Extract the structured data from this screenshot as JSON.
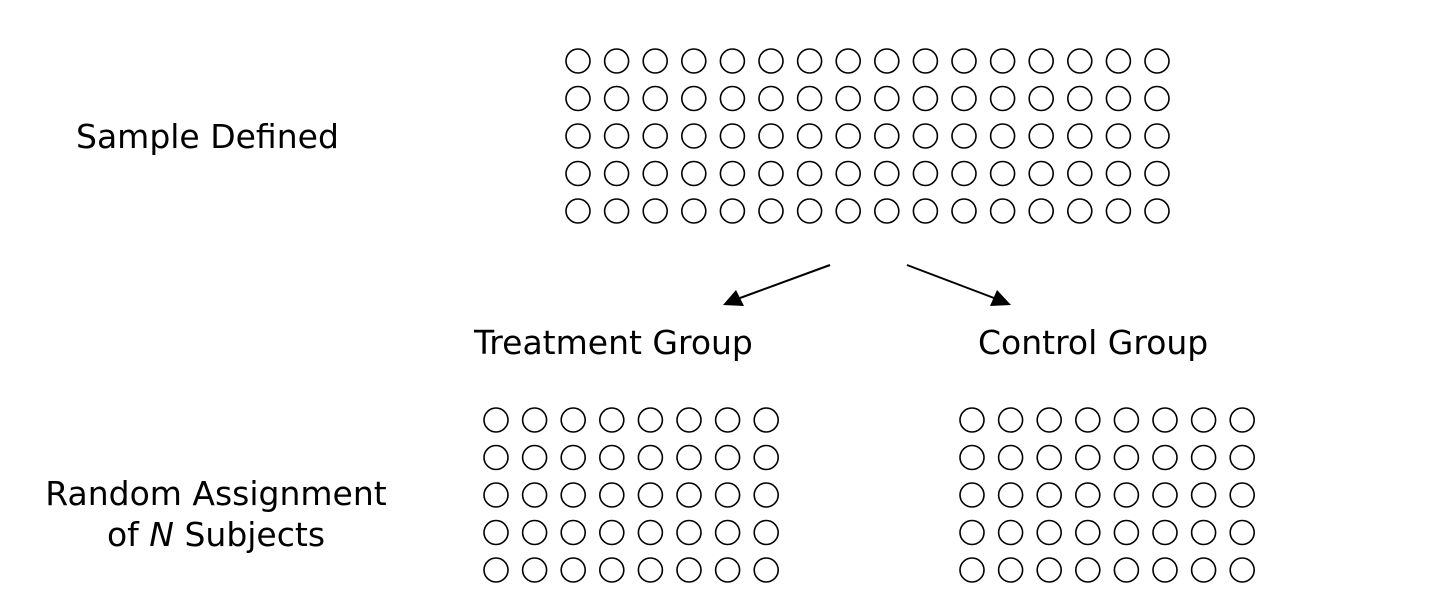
{
  "labels": {
    "sample": "Sample Defined",
    "treatment": "Treatment Group",
    "control": "Control Group",
    "assignment_line1": "Random Assignment",
    "assignment_prefix": "of ",
    "assignment_n": "N",
    "assignment_suffix": " Subjects"
  },
  "groups": {
    "sample": {
      "rows": 5,
      "cols": 16
    },
    "treatment": {
      "rows": 5,
      "cols": 8
    },
    "control": {
      "rows": 5,
      "cols": 8
    }
  },
  "colors": {
    "stroke": "#000000",
    "fill": "#ffffff"
  }
}
